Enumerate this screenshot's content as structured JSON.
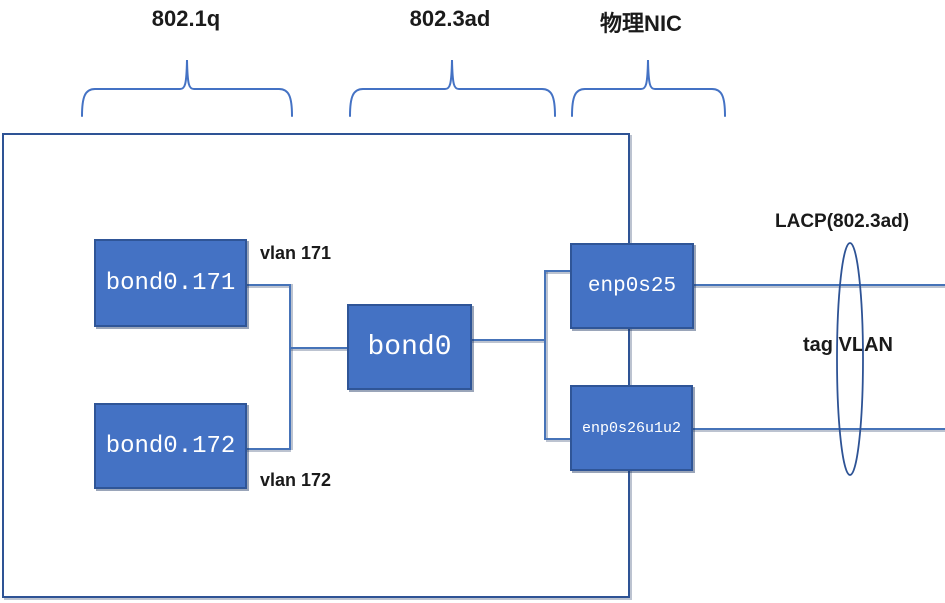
{
  "diagram": {
    "title_labels": {
      "dot1q": "802.1q",
      "ad8023": "802.3ad",
      "physical_nic": "物理NIC"
    },
    "nodes": {
      "bond0_171": {
        "label": "bond0.171"
      },
      "bond0_172": {
        "label": "bond0.172"
      },
      "bond0": {
        "label": "bond0"
      },
      "enp0s25": {
        "label": "enp0s25"
      },
      "enp0s26u1u2": {
        "label": "enp0s26u1u2"
      }
    },
    "annotations": {
      "vlan171": "vlan 171",
      "vlan172": "vlan 172",
      "lacp": "LACP(802.3ad)",
      "tag_vlan": "tag VLAN"
    },
    "colors": {
      "node_fill": "#4472C4",
      "node_border": "#2F5597",
      "connector": "#4673B8",
      "outline_rect": "#2E5395",
      "brace": "#4472C4",
      "ellipse": "#2E5395",
      "label_text": "#1A1A1A",
      "node_text": "#FFFFFF"
    }
  }
}
